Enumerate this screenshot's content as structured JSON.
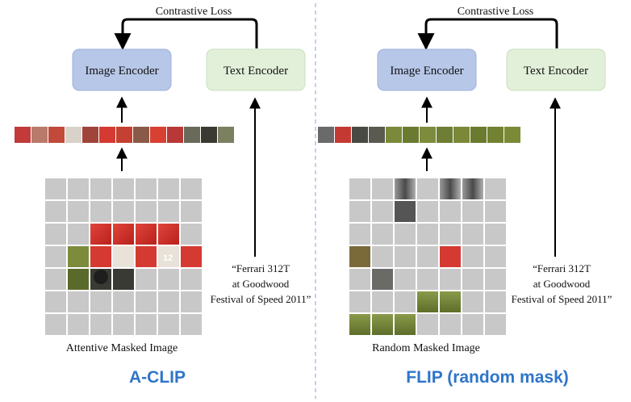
{
  "colors": {
    "image_encoder_fill": "#b7c7e8",
    "image_encoder_stroke": "#9fb2da",
    "text_encoder_fill": "#e2f0d9",
    "text_encoder_stroke": "#c9dfbd",
    "masked_tile": "#c8c8c8",
    "caption_blue": "#2e75c9",
    "divider": "#9db3d6",
    "arrow": "#000000"
  },
  "panels": [
    {
      "id": "left",
      "loss_label": "Contrastive Loss",
      "image_encoder_label": "Image Encoder",
      "text_encoder_label": "Text Encoder",
      "image_caption": "Attentive Masked Image",
      "text_quote": [
        "“Ferrari 312T",
        "at Goodwood",
        "Festival of Speed 2011”"
      ],
      "method_label": "A-CLIP",
      "grid_size": 7,
      "visible_patches": [
        [
          2,
          2
        ],
        [
          2,
          3
        ],
        [
          2,
          4
        ],
        [
          2,
          5
        ],
        [
          3,
          1
        ],
        [
          3,
          2
        ],
        [
          3,
          3
        ],
        [
          3,
          4
        ],
        [
          3,
          5
        ],
        [
          3,
          6
        ],
        [
          4,
          1
        ],
        [
          4,
          2
        ],
        [
          4,
          3
        ]
      ],
      "strip_tiles": [
        "#c23a3a",
        "#b87a6a",
        "#c24a3a",
        "#d8d2c8",
        "#a0443a",
        "#d43a32",
        "#c44030",
        "#8a5a48",
        "#d84032",
        "#b83838",
        "#6a6a5a",
        "#3a3a32",
        "#7a8060"
      ]
    },
    {
      "id": "right",
      "loss_label": "Contrastive Loss",
      "image_encoder_label": "Image Encoder",
      "text_encoder_label": "Text Encoder",
      "image_caption": "Random Masked Image",
      "text_quote": [
        "“Ferrari 312T",
        "at Goodwood",
        "Festival of Speed 2011”"
      ],
      "method_label": "FLIP (random mask)",
      "grid_size": 7,
      "visible_patches": [
        [
          0,
          2
        ],
        [
          0,
          4
        ],
        [
          0,
          5
        ],
        [
          1,
          2
        ],
        [
          3,
          0
        ],
        [
          3,
          4
        ],
        [
          4,
          1
        ],
        [
          5,
          3
        ],
        [
          5,
          4
        ],
        [
          6,
          0
        ],
        [
          6,
          1
        ],
        [
          6,
          2
        ]
      ],
      "strip_tiles": [
        "#6a6a6a",
        "#c43a32",
        "#4a4a44",
        "#5a5a50",
        "#7a8a3a",
        "#6a7a30",
        "#7d8b3c",
        "#6e7e34",
        "#7a8838",
        "#6a7a2e",
        "#728232",
        "#7a8a36"
      ]
    }
  ]
}
